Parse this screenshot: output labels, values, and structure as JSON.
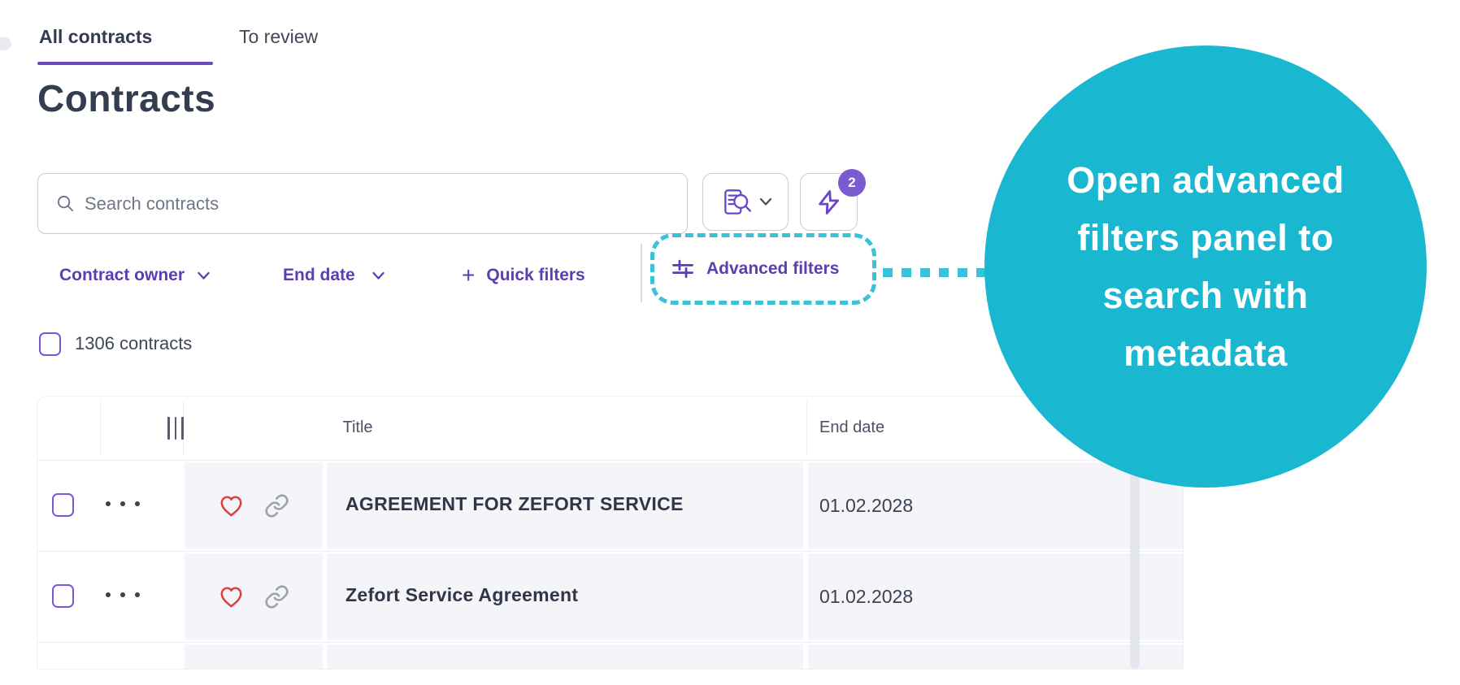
{
  "colors": {
    "accent_purple": "#5b3eb0",
    "underline_purple": "#6a4dbb",
    "icon_purple": "#6b46c4",
    "badge_purple": "#7a5cd1",
    "callout_teal": "#1ab7d0",
    "dashed_teal": "#3bc1d8",
    "heart_red": "#e13d3d",
    "text_dark": "#333b4e"
  },
  "tabs": [
    {
      "label": "All contracts",
      "active": true
    },
    {
      "label": "To review",
      "active": false
    }
  ],
  "page_title": "Contracts",
  "search": {
    "placeholder": "Search contracts"
  },
  "toolbar": {
    "badge_count": "2"
  },
  "filters": {
    "owner_label": "Contract owner",
    "end_date_label": "End date",
    "quick_plus": "+",
    "quick_label": "Quick filters",
    "advanced_label": "Advanced filters"
  },
  "selection": {
    "count_label": "1306 contracts"
  },
  "callout": {
    "lines": [
      "Open advanced",
      "filters panel to",
      "search with",
      "metadata"
    ]
  },
  "table": {
    "headers": {
      "title": "Title",
      "end_date": "End date"
    },
    "rows": [
      {
        "title": "AGREEMENT FOR ZEFORT SERVICE",
        "end_date": "01.02.2028"
      },
      {
        "title": "Zefort Service Agreement",
        "end_date": "01.02.2028"
      }
    ]
  }
}
